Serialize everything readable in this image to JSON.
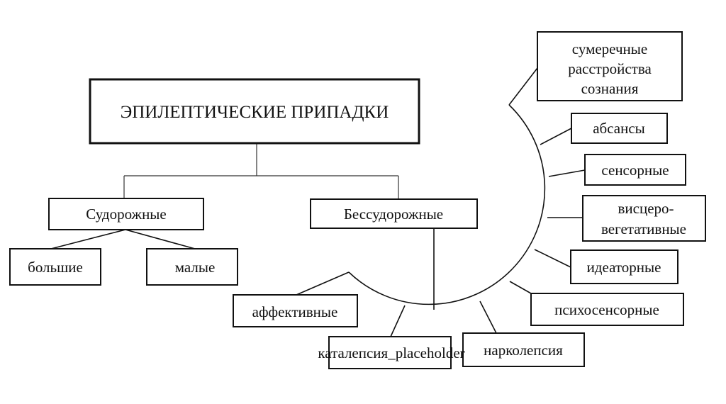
{
  "diagram": {
    "root": {
      "label": "ЭПИЛЕПТИЧЕСКИЕ ПРИПАДКИ"
    },
    "branches": {
      "convulsive": {
        "label": "Судорожные",
        "children": [
          {
            "label": "большие"
          },
          {
            "label": "малые"
          }
        ]
      },
      "nonconvulsive": {
        "label": "Бессудорожные",
        "children": [
          {
            "lines": [
              "сумеречные",
              "расстройства",
              "сознания"
            ]
          },
          {
            "lines": [
              "абсансы"
            ]
          },
          {
            "lines": [
              "сенсорные"
            ]
          },
          {
            "lines": [
              "висцеро-",
              "вегетативные"
            ]
          },
          {
            "lines": [
              "идеаторные"
            ]
          },
          {
            "lines": [
              "психосенсорные"
            ]
          },
          {
            "lines": [
              "нарколепсия"
            ]
          },
          {
            "lines": [
              "каталепсия_placeholder"
            ]
          },
          {
            "lines": [
              "аффективные"
            ]
          }
        ]
      }
    }
  }
}
